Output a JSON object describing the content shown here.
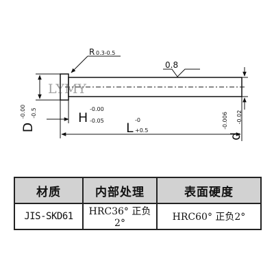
{
  "drawing": {
    "radius_label": "R",
    "radius_value": "0.3-0.5",
    "roughness_value": "0.8",
    "watermark": "LYMY",
    "dim_D": {
      "symbol": "D",
      "upper": "-0.00",
      "lower": "-0.5"
    },
    "dim_H": {
      "symbol": "H",
      "upper": "-0.00",
      "lower": "-0.05"
    },
    "dim_L": {
      "symbol": "L",
      "upper": "-0",
      "lower": "+0.5"
    },
    "dim_d": {
      "symbol": "d",
      "upper": "-0.006",
      "lower": "-0.02"
    }
  },
  "table": {
    "headers": [
      "材质",
      "内部处理",
      "表面硬度"
    ],
    "row": [
      "JIS-SKD61",
      "HRC36° 正负2°",
      "HRC60° 正负2°"
    ]
  }
}
